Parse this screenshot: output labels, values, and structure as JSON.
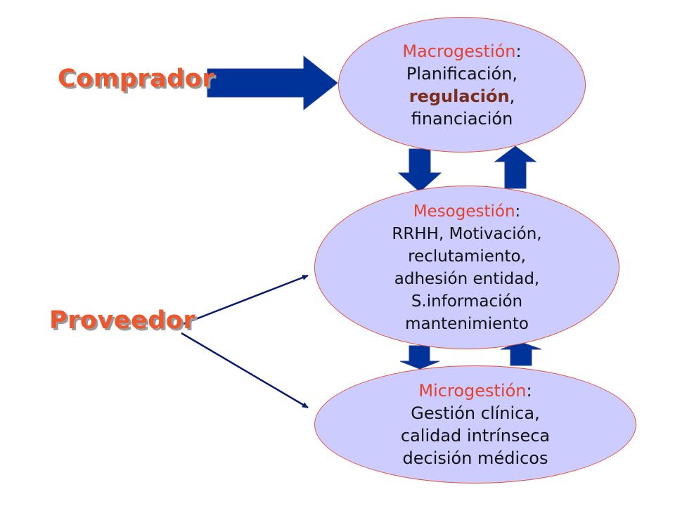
{
  "roles": {
    "comprador": "Comprador",
    "proveedor": "Proveedor"
  },
  "macro": {
    "title": "Macrogestión",
    "colon": ":",
    "line1": "Planificación,",
    "bold_word": "regulación",
    "comma": ",",
    "line3": "financiación"
  },
  "meso": {
    "title": "Mesogestión",
    "colon": ":",
    "lines": [
      "RRHH, Motivación,",
      "reclutamiento,",
      "adhesión entidad,",
      "S.información",
      "mantenimiento"
    ]
  },
  "micro": {
    "title": "Microgestión",
    "colon": ":",
    "lines": [
      "Gestión clínica,",
      "calidad intrínseca",
      "decisión médicos"
    ]
  },
  "colors": {
    "ellipse_fill": "#ccccff",
    "ellipse_border": "#e5533a",
    "title_red": "#e5402c",
    "role_orange": "#f0562c",
    "arrow_blue": "#003399",
    "line_navy": "#0a1a6e"
  }
}
